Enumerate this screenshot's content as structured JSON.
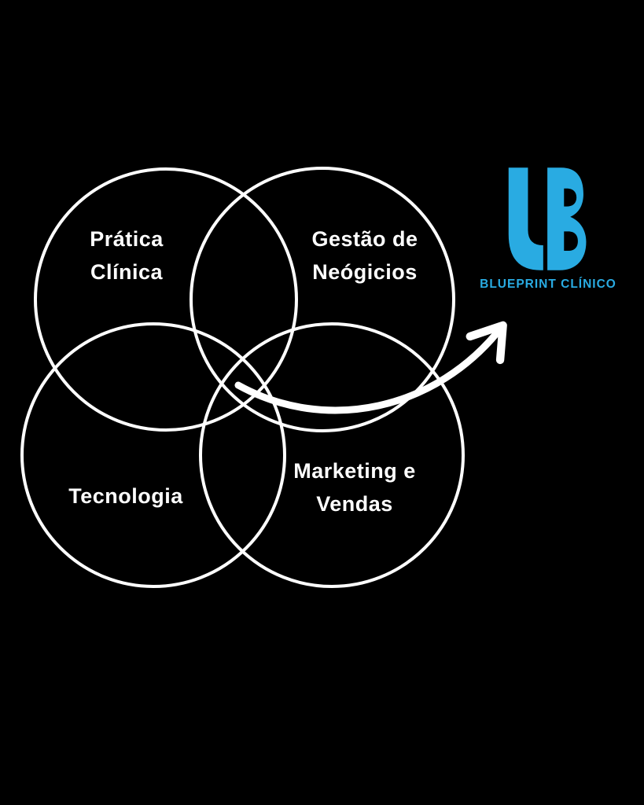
{
  "page": {
    "background_color": "#000000"
  },
  "diagram": {
    "type": "venn",
    "circle_stroke_color": "#ffffff",
    "label_color": "#ffffff",
    "circles": [
      {
        "name": "pratica-clinica",
        "line1": "Prática",
        "line2": "Clínica"
      },
      {
        "name": "gestao-de-negocios",
        "line1": "Gestão de",
        "line2": "Neógicios"
      },
      {
        "name": "tecnologia",
        "line1": "Tecnologia"
      },
      {
        "name": "marketing-e-vendas",
        "line1": "Marketing e",
        "line2": "Vendas"
      }
    ],
    "arrow_color": "#ffffff"
  },
  "logo": {
    "brand": "BLUEPRINT CLÍNICO",
    "color": "#29abe2"
  }
}
